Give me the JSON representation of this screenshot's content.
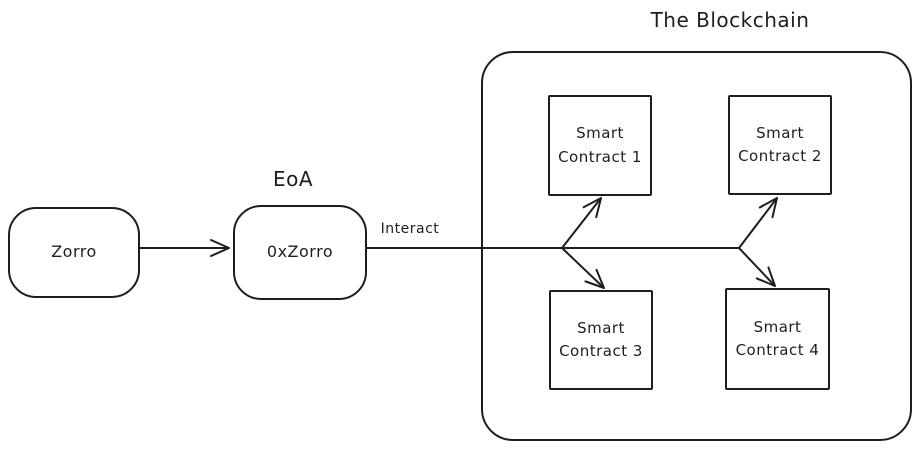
{
  "canvas": {
    "background_color": "#ffffff",
    "stroke_color": "#1e1e1e"
  },
  "labels": {
    "blockchain_title": "The Blockchain",
    "eoa": "EoA",
    "interact": "Interact"
  },
  "nodes": {
    "zorro": {
      "label": "Zorro",
      "shape": "rounded-rectangle"
    },
    "account": {
      "label": "0xZorro",
      "shape": "rounded-rectangle"
    },
    "contract1": {
      "label": "Smart Contract 1",
      "shape": "square"
    },
    "contract2": {
      "label": "Smart Contract 2",
      "shape": "square"
    },
    "contract3": {
      "label": "Smart Contract 3",
      "shape": "square"
    },
    "contract4": {
      "label": "Smart Contract 4",
      "shape": "square"
    }
  },
  "edges": [
    {
      "from": "Zorro",
      "to": "0xZorro",
      "label": ""
    },
    {
      "from": "0xZorro",
      "to": "The Blockchain",
      "label": "Interact"
    },
    {
      "from": "Interact line",
      "to": "Smart Contract 1",
      "label": ""
    },
    {
      "from": "Interact line",
      "to": "Smart Contract 3",
      "label": ""
    },
    {
      "from": "Interact line",
      "to": "Smart Contract 2",
      "label": ""
    },
    {
      "from": "Interact line",
      "to": "Smart Contract 4",
      "label": ""
    }
  ]
}
